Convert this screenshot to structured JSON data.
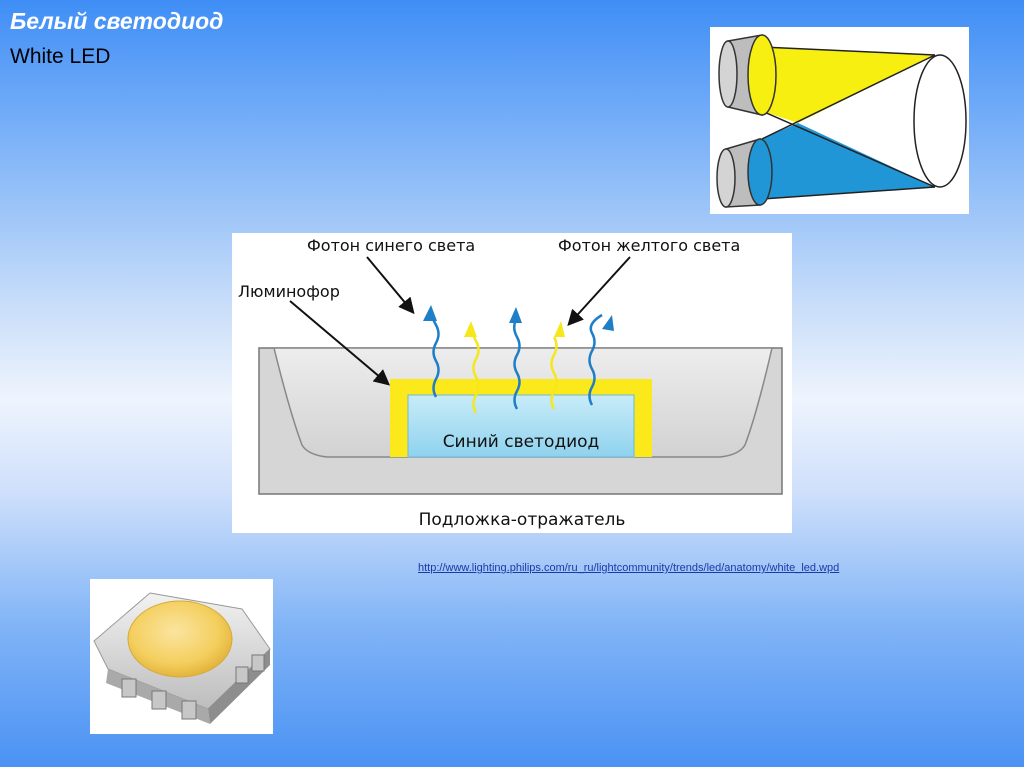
{
  "slide": {
    "title": "Белый светодиод",
    "subtitle": "White LED",
    "source_url": "http://www.lighting.philips.com/ru_ru/lightcommunity/trends/led/anatomy/white_led.wpd"
  },
  "diagram": {
    "label_blue_photon": "Фотон синего света",
    "label_yellow_photon": "Фотон желтого света",
    "label_phosphor": "Люминофор",
    "label_blue_led": "Синий светодиод",
    "label_substrate": "Подложка-отражатель"
  },
  "colors": {
    "blue_photon": "#1f7ec8",
    "yellow_photon": "#f6e71a",
    "phosphor": "#fbe91b",
    "led_fill": "#a7dcf2",
    "cup": "#d9d9d9",
    "cone_yellow": "#f7ef10",
    "cone_blue": "#2196d6"
  }
}
